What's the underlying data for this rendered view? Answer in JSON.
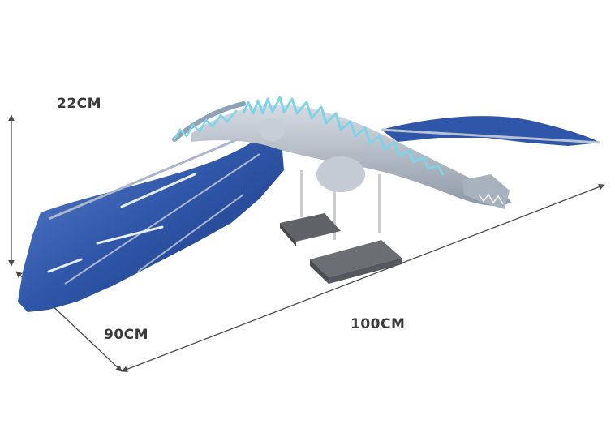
{
  "dimensions": {
    "height_label": "22CM",
    "depth_label": "90CM",
    "length_label": "100CM"
  },
  "colors": {
    "wing_blue": "#2f56a8",
    "wing_dark": "#1d3a80",
    "body_gray": "#b9c1cc",
    "spike_cyan": "#7fd3e6",
    "stand_gray": "#6b6e73",
    "dimension_line": "#4a4a4a"
  }
}
